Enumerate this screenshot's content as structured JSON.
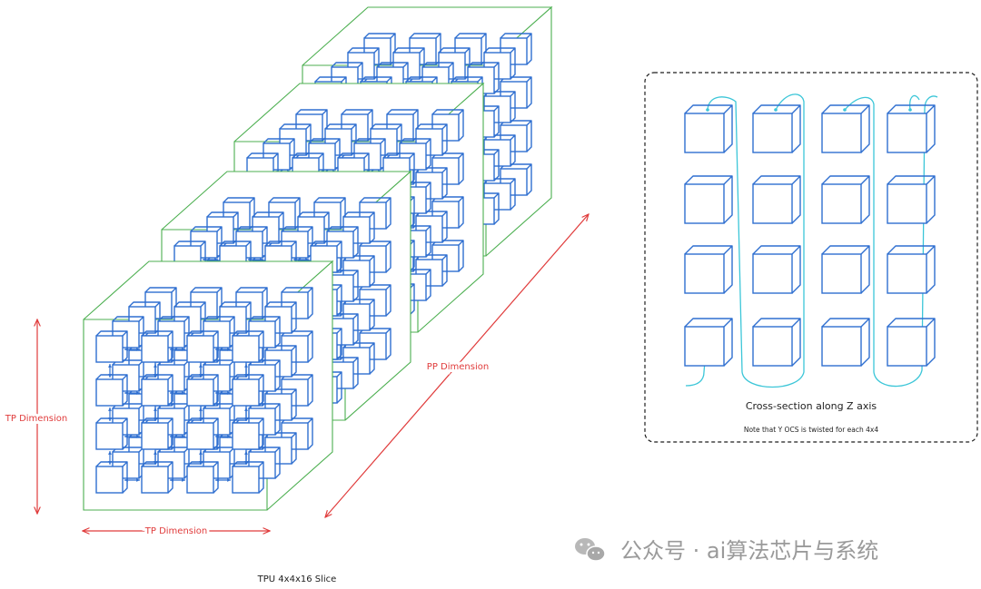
{
  "colors": {
    "cube": "#2f6fd0",
    "frame": "#4caf50",
    "red": "#e03b3b",
    "snake": "#3cc6d8",
    "border": "#1e1e1e",
    "watermark": "#9a9a9a"
  },
  "labels": {
    "tp_vertical": "TP Dimension",
    "tp_horizontal": "TP Dimension",
    "pp": "PP Dimension",
    "slice_caption": "TPU 4x4x16 Slice"
  },
  "cross_section": {
    "title": "Cross-section along Z axis",
    "note": "Note that Y OCS is twisted for each 4x4",
    "rows": 4,
    "cols": 4
  },
  "watermark": {
    "icon": "wechat-icon",
    "text": "公众号 · ai算法芯片与系统"
  },
  "slice": {
    "grid": 4,
    "layers": 4
  }
}
